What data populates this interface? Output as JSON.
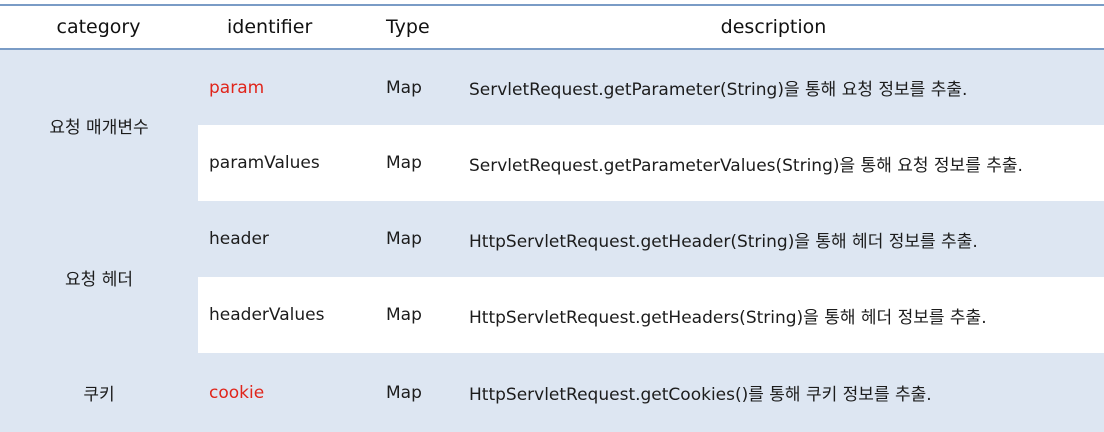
{
  "headers": {
    "category": "category",
    "identifier": "identifier",
    "type": "Type",
    "description": "description"
  },
  "groups": [
    {
      "category": "요청 매개변수",
      "rows": [
        {
          "identifier": "param",
          "type": "Map",
          "description": "ServletRequest.getParameter(String)을 통해 요청 정보를 추출."
        },
        {
          "identifier": "paramValues",
          "type": "Map",
          "description": "ServletRequest.getParameterValues(String)을 통해 요청 정보를 추출."
        }
      ]
    },
    {
      "category": "요청 헤더",
      "rows": [
        {
          "identifier": "header",
          "type": "Map",
          "description": "HttpServletRequest.getHeader(String)을 통해 헤더 정보를 추출."
        },
        {
          "identifier": "headerValues",
          "type": "Map",
          "description": "HttpServletRequest.getHeaders(String)을 통해 헤더 정보를 추출."
        }
      ]
    },
    {
      "category": "쿠키",
      "rows": [
        {
          "identifier": "cookie",
          "type": "Map",
          "description": "HttpServletRequest.getCookies()를 통해 쿠키 정보를 추출."
        }
      ]
    }
  ],
  "colors": {
    "highlight_identifier": "#e0251b",
    "row_shade": "#dde6f2",
    "header_rule": "#7a9cc6"
  }
}
